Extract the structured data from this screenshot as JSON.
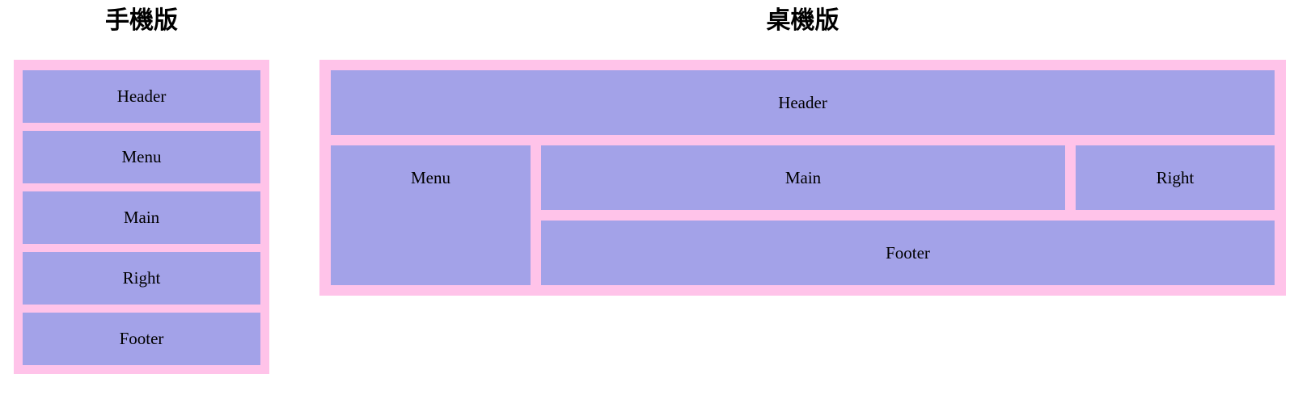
{
  "colors": {
    "pink": "#ffc3e9",
    "purple": "#a3a2e8",
    "label_text": "#000000"
  },
  "mobile": {
    "title": "手機版",
    "boxes": [
      {
        "label": "Header"
      },
      {
        "label": "Menu"
      },
      {
        "label": "Main"
      },
      {
        "label": "Right"
      },
      {
        "label": "Footer"
      }
    ]
  },
  "desktop": {
    "title": "桌機版",
    "boxes": {
      "header": "Header",
      "menu": "Menu",
      "main": "Main",
      "right": "Right",
      "footer": "Footer"
    }
  }
}
